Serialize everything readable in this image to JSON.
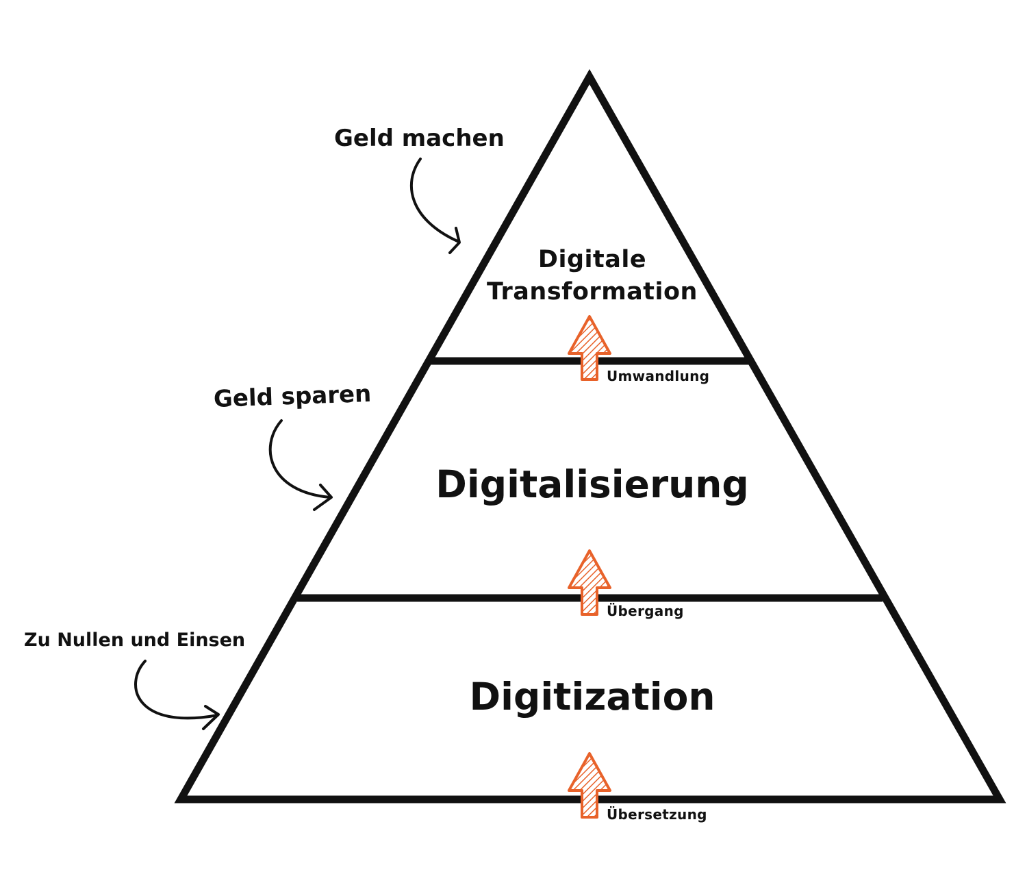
{
  "diagram": {
    "tiers": [
      {
        "id": "top",
        "lines": [
          "Digitale",
          "Transformation"
        ]
      },
      {
        "id": "middle",
        "label": "Digitalisierung"
      },
      {
        "id": "bottom",
        "label": "Digitization"
      }
    ],
    "annotations": [
      {
        "id": "top",
        "label": "Geld machen"
      },
      {
        "id": "middle",
        "label": "Geld sparen"
      },
      {
        "id": "bottom",
        "label": "Zu Nullen und Einsen"
      }
    ],
    "arrows": [
      {
        "id": "top",
        "label": "Umwandlung"
      },
      {
        "id": "middle",
        "label": "Übergang"
      },
      {
        "id": "bottom",
        "label": "Übersetzung"
      }
    ]
  },
  "colors": {
    "outline": "#111111",
    "arrow_stroke": "#e8622a",
    "arrow_fill": "#f08a55",
    "background": "#ffffff"
  }
}
